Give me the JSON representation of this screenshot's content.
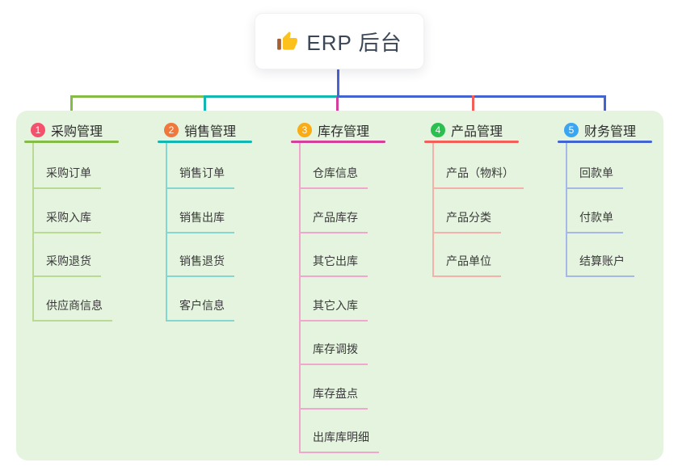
{
  "root": {
    "label": "ERP 后台",
    "icon": "thumbs-up-icon"
  },
  "branches": [
    {
      "number": "1",
      "label": "采购管理",
      "color": "#85bb47",
      "light_color": "#b9da92",
      "badge_color": "#f4516c",
      "children": [
        "采购订单",
        "采购入库",
        "采购退货",
        "供应商信息"
      ]
    },
    {
      "number": "2",
      "label": "销售管理",
      "color": "#12b7b1",
      "light_color": "#84d7d1",
      "badge_color": "#f0783c",
      "children": [
        "销售订单",
        "销售出库",
        "销售退货",
        "客户信息"
      ]
    },
    {
      "number": "3",
      "label": "库存管理",
      "color": "#d43f9b",
      "light_color": "#f1a6cd",
      "badge_color": "#f9ac14",
      "children": [
        "仓库信息",
        "产品库存",
        "其它出库",
        "其它入库",
        "库存调拨",
        "库存盘点",
        "出库库明细"
      ]
    },
    {
      "number": "4",
      "label": "产品管理",
      "color": "#f25f58",
      "light_color": "#f7afa9",
      "badge_color": "#2cbf50",
      "children": [
        "产品（物料）",
        "产品分类",
        "产品单位"
      ]
    },
    {
      "number": "5",
      "label": "财务管理",
      "color": "#4263d0",
      "light_color": "#a6b8e8",
      "badge_color": "#3aa6f1",
      "children": [
        "回款单",
        "付款单",
        "结算账户"
      ]
    }
  ],
  "colors": {
    "root_line": "#4a63d3",
    "panel_bg": "#e5f4df",
    "title_text": "#3b4656"
  }
}
